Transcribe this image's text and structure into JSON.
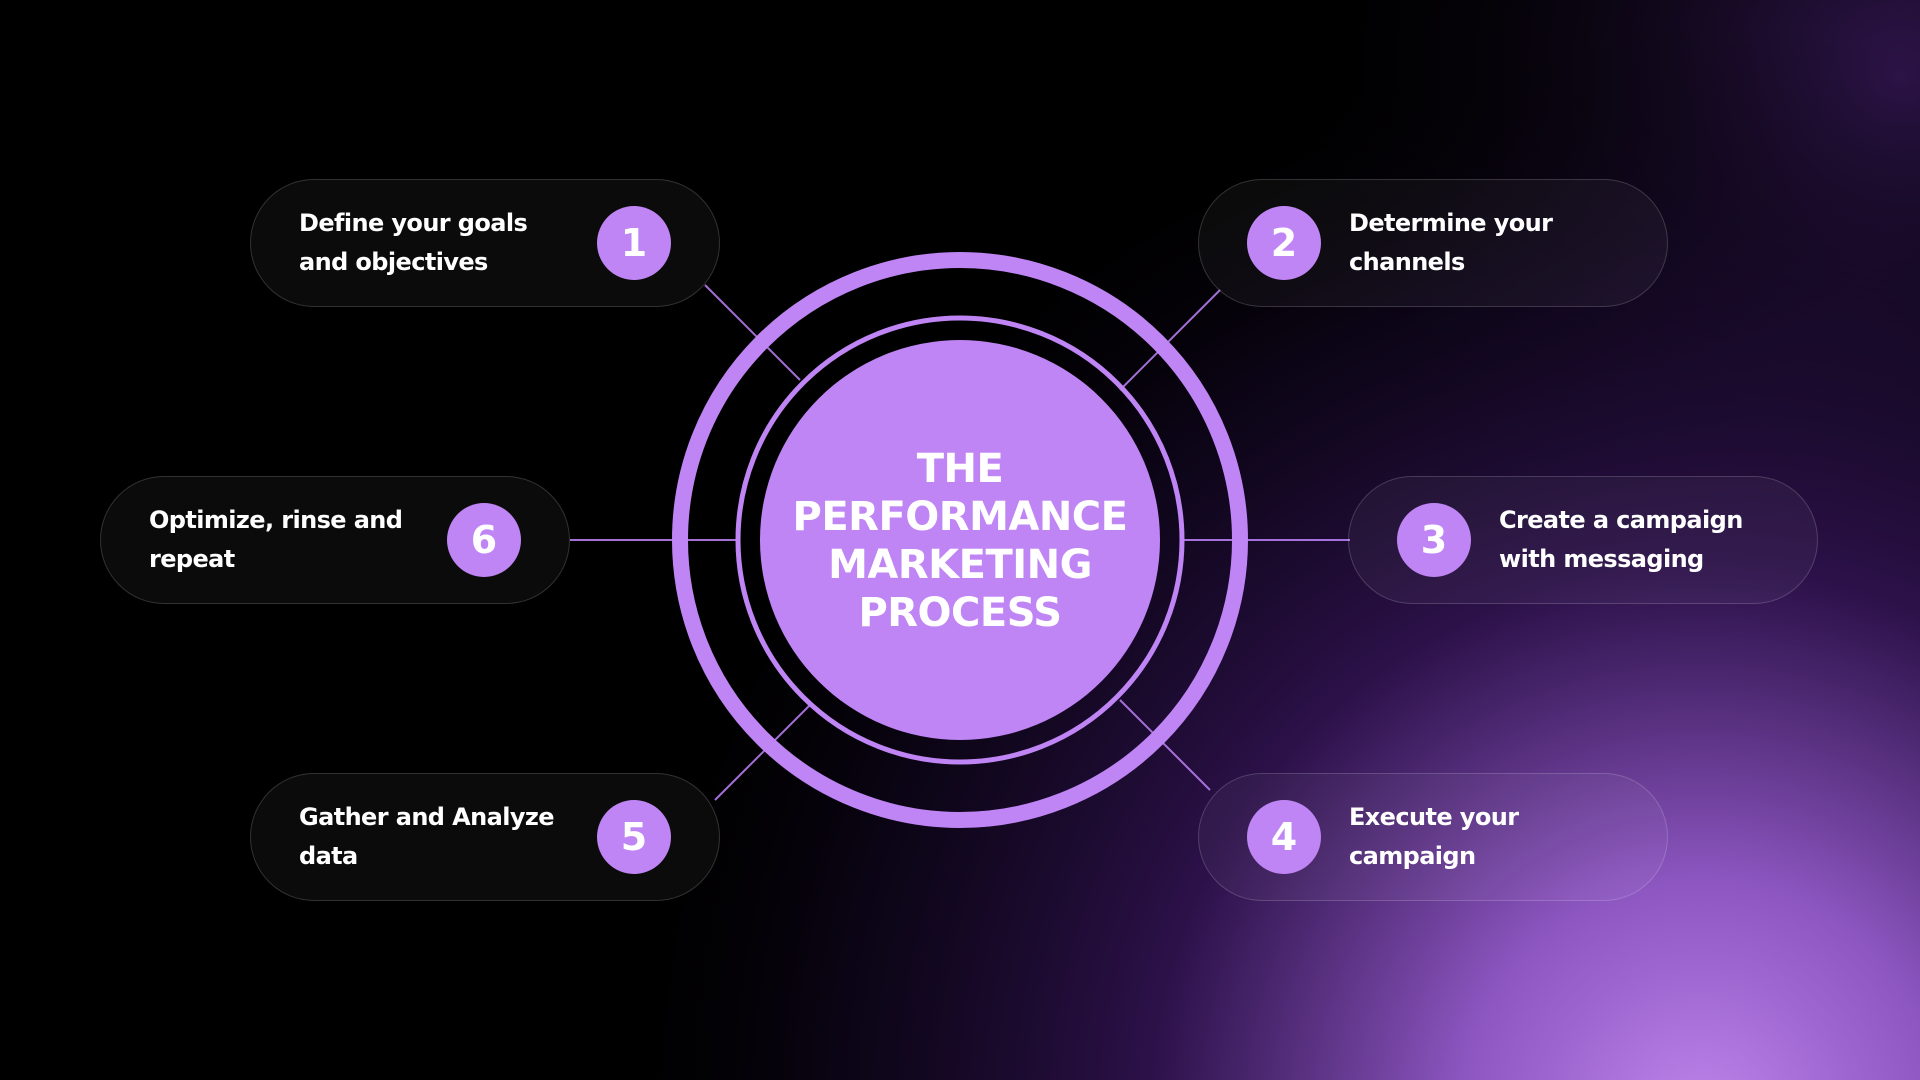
{
  "colors": {
    "background": "#000000",
    "accent": "#c085f5",
    "glow": "#a466e0",
    "text": "#ffffff",
    "pill_border": "rgba(255,255,255,0.16)"
  },
  "hub": {
    "title_lines": [
      "THE",
      "PERFORMANCE",
      "MARKETING",
      "PROCESS"
    ]
  },
  "steps": [
    {
      "number": "1",
      "line1": "Define your goals",
      "line2": "and objectives"
    },
    {
      "number": "2",
      "line1": "Determine your",
      "line2": "channels"
    },
    {
      "number": "3",
      "line1": "Create a campaign",
      "line2": "with messaging"
    },
    {
      "number": "4",
      "line1": "Execute your",
      "line2": "campaign"
    },
    {
      "number": "5",
      "line1": "Gather and Analyze",
      "line2": "data"
    },
    {
      "number": "6",
      "line1": "Optimize, rinse and",
      "line2": "repeat"
    }
  ]
}
